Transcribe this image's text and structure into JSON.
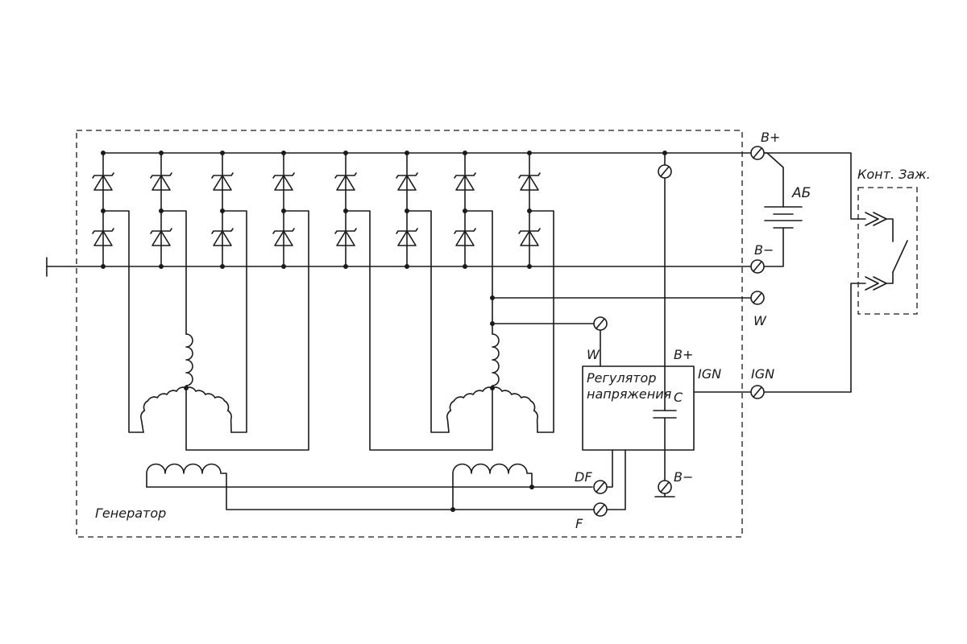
{
  "labels": {
    "generator": "Генератор",
    "regulator_line1": "Регулятор",
    "regulator_line2": "напряжения",
    "ignition_switch": "Конт. Заж.",
    "battery": "АБ",
    "b_plus_terminal": "B+",
    "b_minus_terminal": "B−",
    "w_terminal": "W",
    "ign_terminal": "IGN",
    "reg_w": "W",
    "reg_b_plus": "B+",
    "reg_ign": "IGN",
    "reg_c": "C",
    "reg_b_minus": "B−",
    "df_terminal": "DF",
    "f_terminal": "F"
  },
  "diagram": {
    "diode_count": 16,
    "stator_windings": 2,
    "excitation_coils": 2
  },
  "colors": {
    "line": "#1a1a1a",
    "background": "#ffffff"
  }
}
